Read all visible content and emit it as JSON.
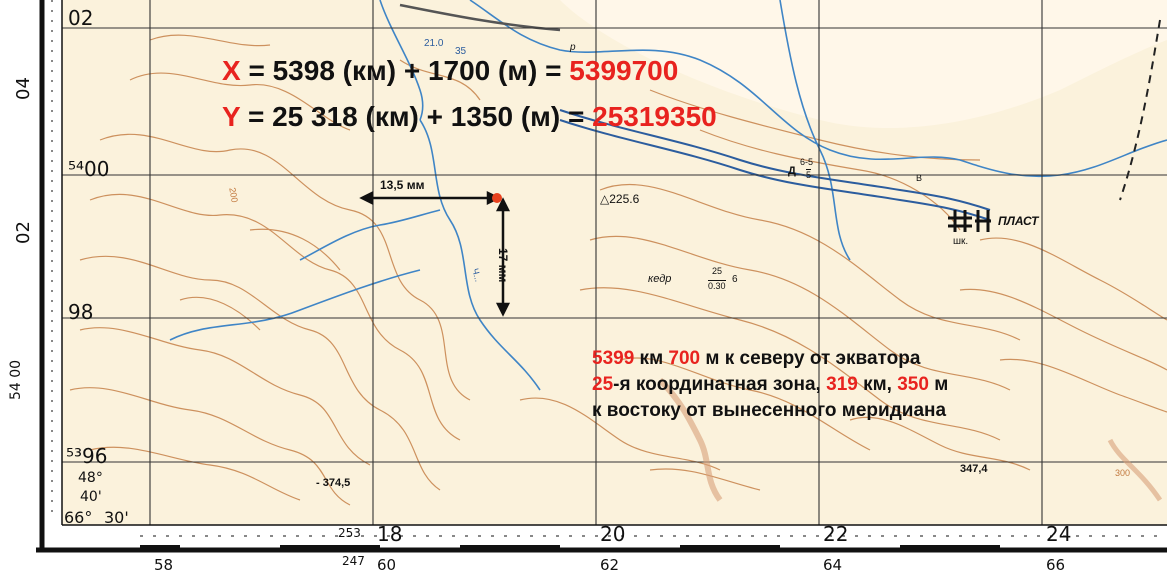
{
  "formula": {
    "x_var": "X",
    "x_rest": " = 5398 (км) + 1700 (м) = ",
    "x_result": "5399700",
    "y_var": "Y",
    "y_rest": " = 25 318 (км) + 1350 (м) = ",
    "y_result": "25319350"
  },
  "description": {
    "line1_a": "5399",
    "line1_b": " км ",
    "line1_c": "700",
    "line1_d": " м к северу от экватора",
    "line2_a": "25",
    "line2_b": "-я координатная зона, ",
    "line2_c": "319",
    "line2_d": " км, ",
    "line2_e": "350",
    "line2_f": " м",
    "line3": "к востоку от вынесенного меридиана"
  },
  "measurements": {
    "horizontal": "13,5 мм",
    "vertical": "17 мм"
  },
  "map_labels": {
    "peak_main": "△225.6",
    "settlement": "ПЛАСТ",
    "shk": "шк.",
    "kedr": "кедр",
    "kedr_num": "25",
    "kedr_den": "0.30",
    "kedr_suffix": "6",
    "river_label": "21.0",
    "river_35": "35",
    "bridge_label": "Д",
    "bridge_num": "6-5",
    "bridge_den": "5",
    "height_3745": "- 374,5",
    "height_3474": "347,4",
    "contour_200": "200",
    "contour_300": "300",
    "bot_b": "В",
    "letter_p": "р",
    "river_name": "Ч..."
  },
  "left_frame": {
    "y02_top": "02",
    "y04": "04",
    "y5400": "⁵⁴00",
    "y02": "02",
    "y98": "98",
    "y5400v": "54 00",
    "y5396": "⁵³96",
    "lat48": "48°",
    "lat40": "40'",
    "lon": "66°",
    "lon30": "30'"
  },
  "bottom_frame": {
    "x18_prefix": "253",
    "x18": "18",
    "x20": "20",
    "x22": "22",
    "x24": "24",
    "x58": "58",
    "x60_prefix": "247",
    "x60": "60",
    "x62": "62",
    "x64": "64",
    "x66": "66"
  }
}
